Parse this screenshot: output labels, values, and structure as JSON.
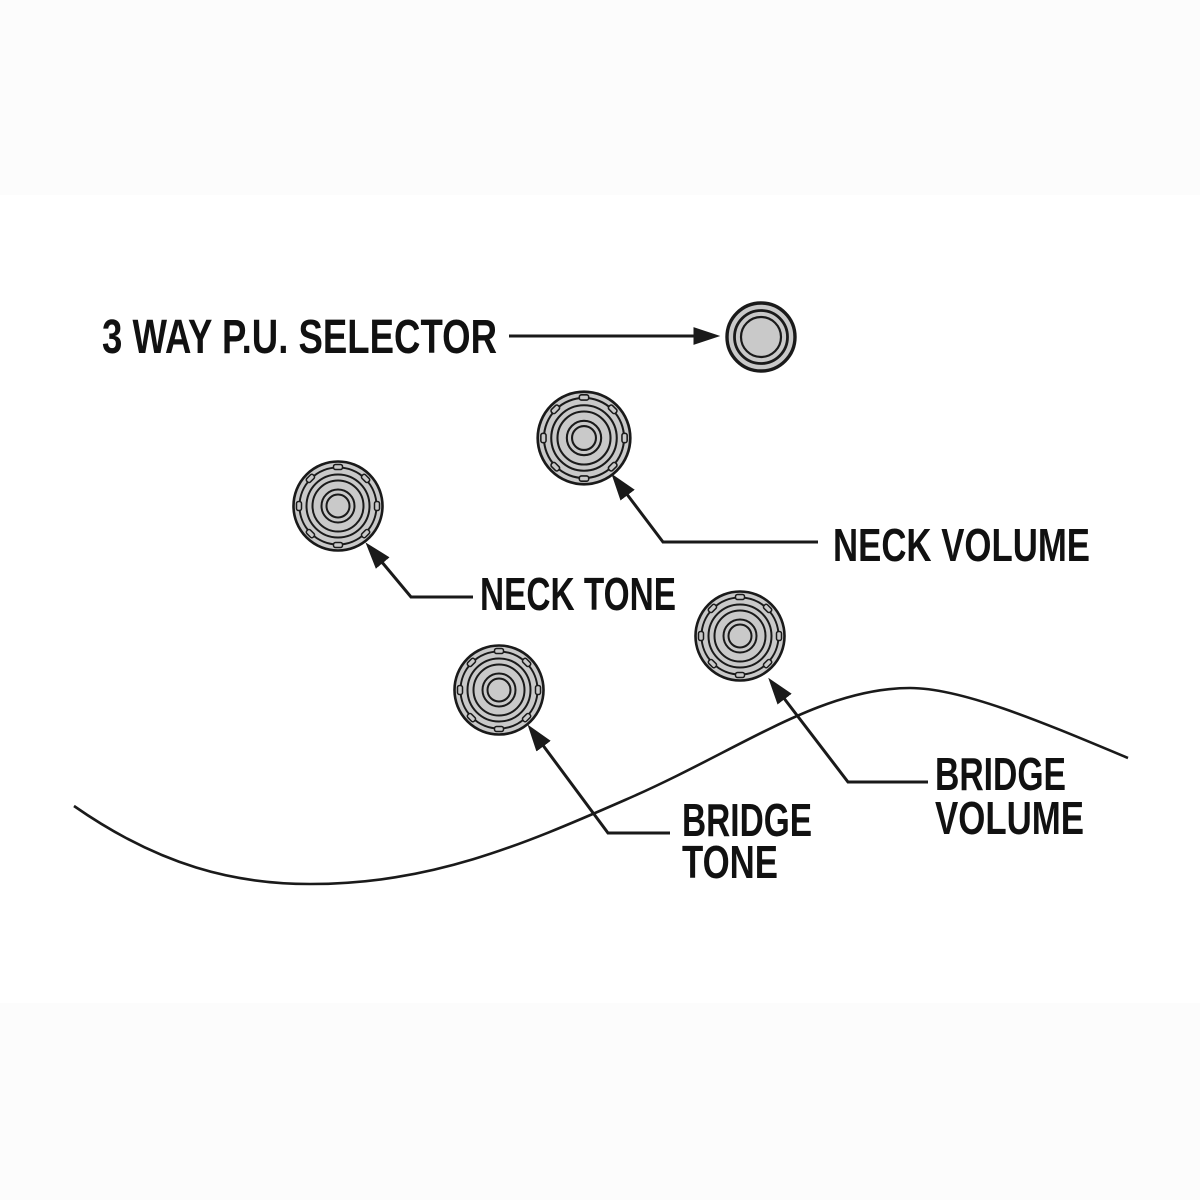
{
  "diagram": {
    "labels": {
      "selector": "3 WAY P.U. SELECTOR",
      "neck_volume": "NECK VOLUME",
      "neck_tone": "NECK TONE",
      "bridge_volume_line1": "BRIDGE",
      "bridge_volume_line2": "VOLUME",
      "bridge_tone_line1": "BRIDGE",
      "bridge_tone_line2": "TONE"
    },
    "colors": {
      "ink": "#1a1a1a",
      "label_ink": "#111111",
      "knob_fill": "#c9c9c9",
      "canvas": "#ffffff",
      "frame_band": "#fcfcfc"
    }
  }
}
